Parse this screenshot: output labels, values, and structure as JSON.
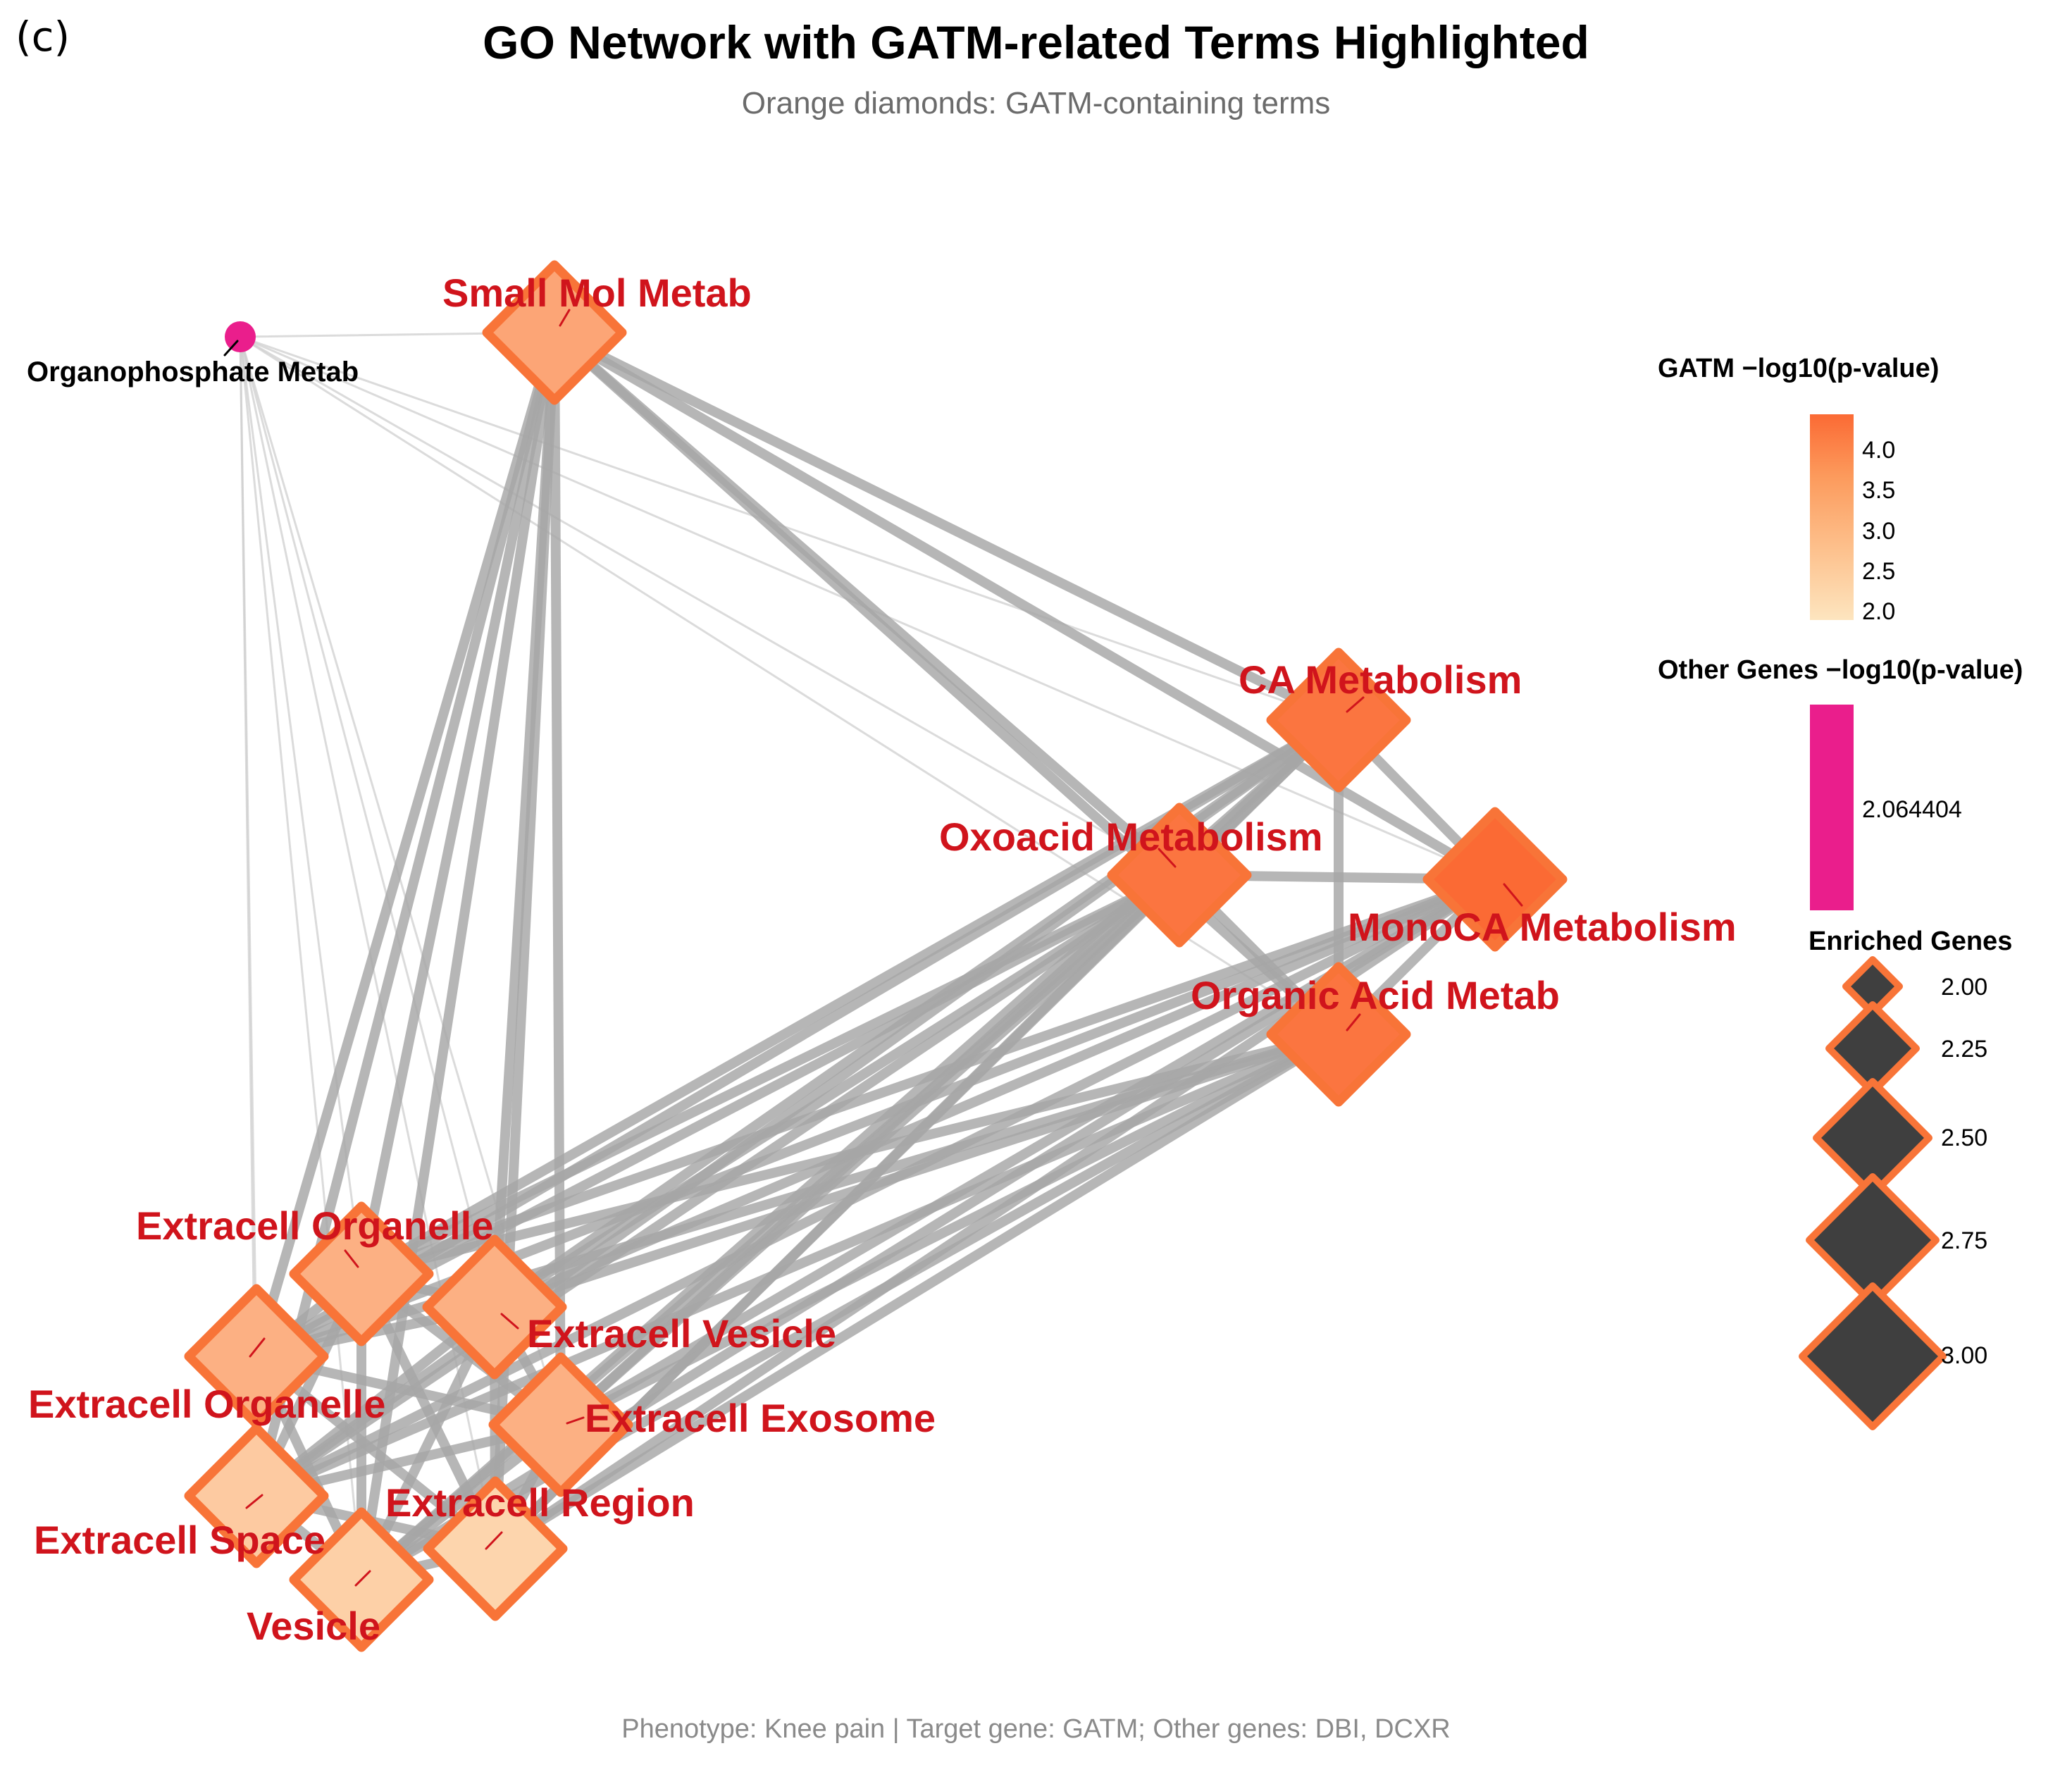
{
  "panel_label": "(c)",
  "title": "GO Network with GATM-related Terms Highlighted",
  "subtitle": "Orange diamonds: GATM-containing terms",
  "caption": "Phenotype: Knee pain | Target gene: GATM; Other genes: DBI, DCXR",
  "colors": {
    "gatm_low": "#fde5bf",
    "gatm_high": "#fb6a34",
    "other_genes": "#ea1e8c",
    "diamond_border": "#f87438",
    "edge": "#a6a6a6",
    "label": "#d0141c",
    "size_fill": "#3f3f3f"
  },
  "nodes": {
    "small_mol_metab": {
      "label": "Small Mol Metab",
      "gatm_neglog10p": 3.2,
      "genes": 3
    },
    "organophosphate_metab": {
      "label": "Organophosphate Metab",
      "other_neglog10p": 2.064404,
      "genes": 2
    },
    "ca_metabolism": {
      "label": "CA Metabolism",
      "gatm_neglog10p": 4.1,
      "genes": 3
    },
    "oxoacid_metabolism": {
      "label": "Oxoacid Metabolism",
      "gatm_neglog10p": 4.1,
      "genes": 3
    },
    "monoca_metabolism": {
      "label": "MonoCA Metabolism",
      "gatm_neglog10p": 4.3,
      "genes": 3
    },
    "organic_acid_metab": {
      "label": "Organic Acid Metab",
      "gatm_neglog10p": 4.1,
      "genes": 3
    },
    "extracell_organelle_1": {
      "label": "Extracell Organelle",
      "gatm_neglog10p": 3.0,
      "genes": 3
    },
    "extracell_organelle_2": {
      "label": "Extracell Organelle",
      "gatm_neglog10p": 3.0,
      "genes": 3
    },
    "extracell_vesicle": {
      "label": "Extracell Vesicle",
      "gatm_neglog10p": 3.0,
      "genes": 3
    },
    "extracell_exosome": {
      "label": "Extracell Exosome",
      "gatm_neglog10p": 3.0,
      "genes": 3
    },
    "extracell_region": {
      "label": "Extracell Region",
      "gatm_neglog10p": 2.3,
      "genes": 3
    },
    "extracell_space": {
      "label": "Extracell Space",
      "gatm_neglog10p": 2.5,
      "genes": 3
    },
    "vesicle": {
      "label": "Vesicle",
      "gatm_neglog10p": 2.4,
      "genes": 3
    }
  },
  "legend": {
    "gatm": {
      "title": "GATM  −log10(p-value)",
      "ticks": [
        "4.0",
        "3.5",
        "3.0",
        "2.5",
        "2.0"
      ]
    },
    "other": {
      "title": "Other Genes  −log10(p-value)",
      "tick": "2.064404"
    },
    "size": {
      "title": "Enriched Genes",
      "ticks": [
        "2.00",
        "2.25",
        "2.50",
        "2.75",
        "3.00"
      ]
    }
  }
}
